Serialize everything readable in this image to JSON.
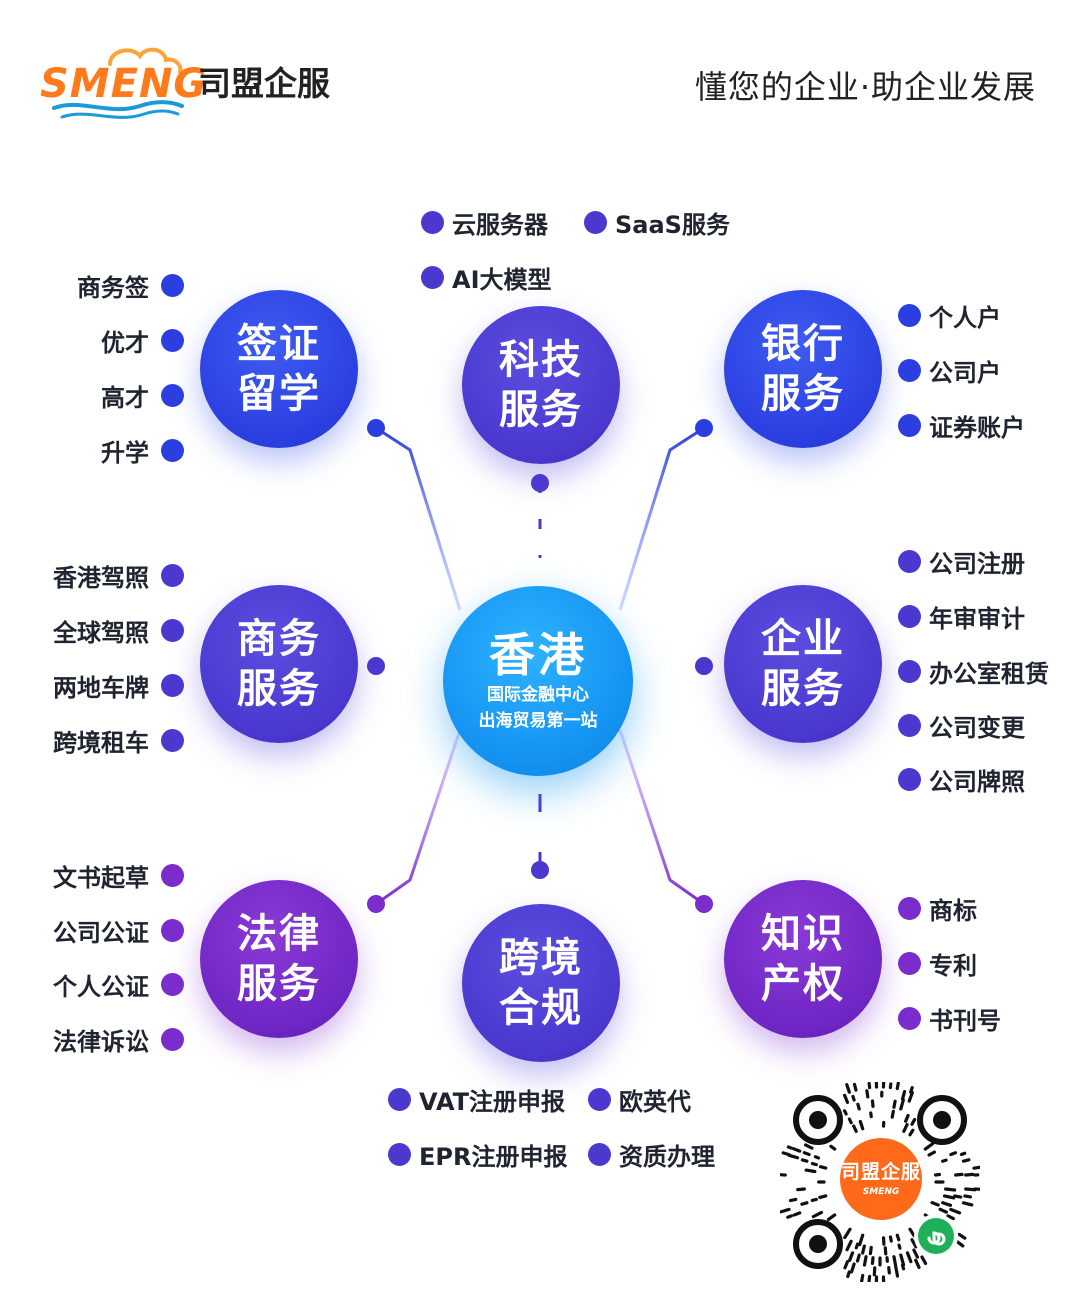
{
  "header": {
    "logo_text": "SMENG",
    "logo_cn": "司盟企服",
    "slogan": "懂您的企业·助企业发展"
  },
  "hub": {
    "title": "香港",
    "line1": "国际金融中心",
    "line2": "出海贸易第一站"
  },
  "nodes": {
    "visa": {
      "title": "签证留学",
      "items": [
        "商务签",
        "优才",
        "高才",
        "升学"
      ]
    },
    "tech": {
      "title": "科技服务",
      "items": [
        "云服务器",
        "SaaS服务",
        "AI大模型"
      ]
    },
    "bank": {
      "title": "银行服务",
      "items": [
        "个人户",
        "公司户",
        "证券账户"
      ]
    },
    "business": {
      "title": "商务服务",
      "items": [
        "香港驾照",
        "全球驾照",
        "两地车牌",
        "跨境租车"
      ]
    },
    "corp": {
      "title": "企业服务",
      "items": [
        "公司注册",
        "年审审计",
        "办公室租赁",
        "公司变更",
        "公司牌照"
      ]
    },
    "legal": {
      "title": "法律服务",
      "items": [
        "文书起草",
        "公司公证",
        "个人公证",
        "法律诉讼"
      ]
    },
    "compliance": {
      "title": "跨境合规",
      "items": [
        "VAT注册申报",
        "欧英代",
        "EPR注册申报",
        "资质办理"
      ]
    },
    "ip": {
      "title": "知识产权",
      "items": [
        "商标",
        "专利",
        "书刊号"
      ]
    }
  },
  "qr": {
    "label": "司盟企服",
    "brand": "SMENG",
    "icon": "wechat-miniprogram-icon"
  },
  "colors": {
    "hub": "#1494f2",
    "blue": "#2b3fe0",
    "indigo": "#4a38cf",
    "purple": "#7a2ccc",
    "brand_orange": "#ff7a1a"
  }
}
